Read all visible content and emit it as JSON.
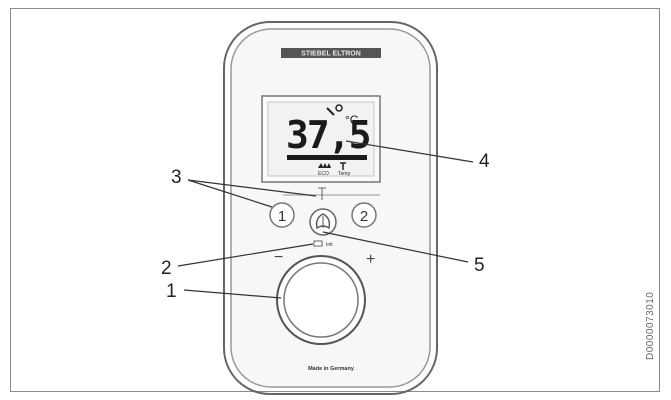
{
  "device": {
    "brand": "STIEBEL ELTRON",
    "display_temperature": "37,5",
    "display_unit": "°C",
    "eco_label": "ECO",
    "temp_label": "Temp",
    "button_1_label": "1",
    "button_2_label": "2",
    "minus_label": "−",
    "plus_label": "+",
    "made_in": "Made in Germany",
    "indicator_label": "Init"
  },
  "callouts": [
    {
      "number": "1"
    },
    {
      "number": "2"
    },
    {
      "number": "3"
    },
    {
      "number": "4"
    },
    {
      "number": "5"
    }
  ],
  "document_code": "D0000073010"
}
